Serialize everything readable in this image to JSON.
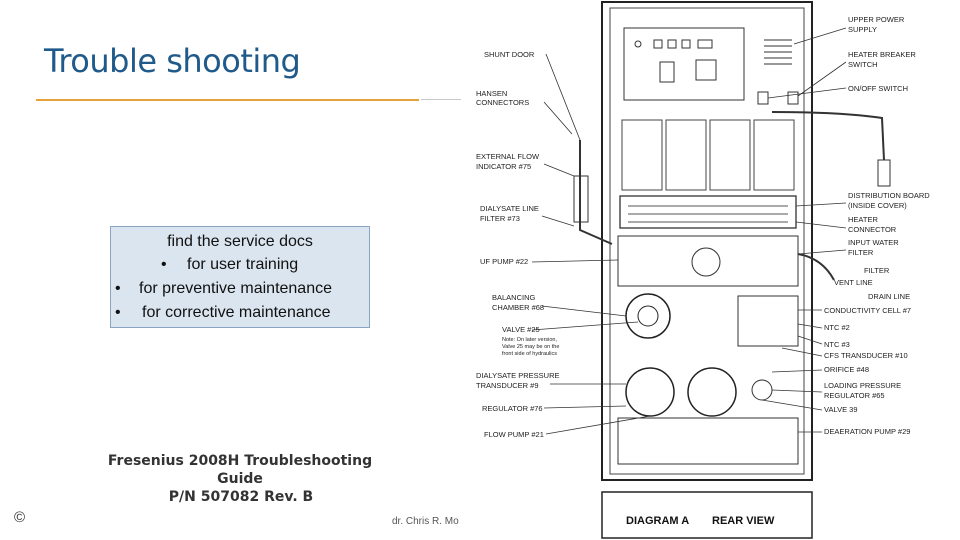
{
  "slide": {
    "title": "Trouble shooting",
    "info_box": {
      "heading": "find the service docs",
      "items": [
        "for user training",
        "for preventive maintenance",
        "for corrective maintenance"
      ]
    },
    "guide_line1": "Fresenius 2008H Troubleshooting Guide",
    "guide_line2": "P/N 507082 Rev. B",
    "footer_copyright": "©",
    "footer_author": "dr. Chris R. Mo"
  },
  "diagram": {
    "caption_label": "DIAGRAM A",
    "caption_view": "REAR VIEW",
    "note": [
      "Note: On later version,",
      "Valve 25 may be on the",
      "front side of hydraulics"
    ],
    "labels_left": [
      "SHUNT DOOR",
      "HANSEN",
      "CONNECTORS",
      "EXTERNAL FLOW",
      "INDICATOR #75",
      "DIALYSATE LINE",
      "FILTER #73",
      "UF PUMP #22",
      "BALANCING",
      "CHAMBER #68",
      "VALVE #25",
      "DIALYSATE PRESSURE",
      "TRANSDUCER #9",
      "REGULATOR #76",
      "FLOW PUMP #21"
    ],
    "labels_right": [
      "UPPER POWER",
      "SUPPLY",
      "HEATER BREAKER",
      "SWITCH",
      "ON/OFF SWITCH",
      "DISTRIBUTION BOARD",
      "(INSIDE COVER)",
      "HEATER",
      "CONNECTOR",
      "INPUT WATER",
      "FILTER",
      "FILTER",
      "VENT LINE",
      "DRAIN LINE",
      "CONDUCTIVITY CELL #7",
      "NTC #2",
      "NTC #3",
      "CFS TRANSDUCER #10",
      "ORIFICE #48",
      "LOADING PRESSURE",
      "REGULATOR #65",
      "VALVE 39",
      "DEAERATION PUMP #29"
    ]
  }
}
